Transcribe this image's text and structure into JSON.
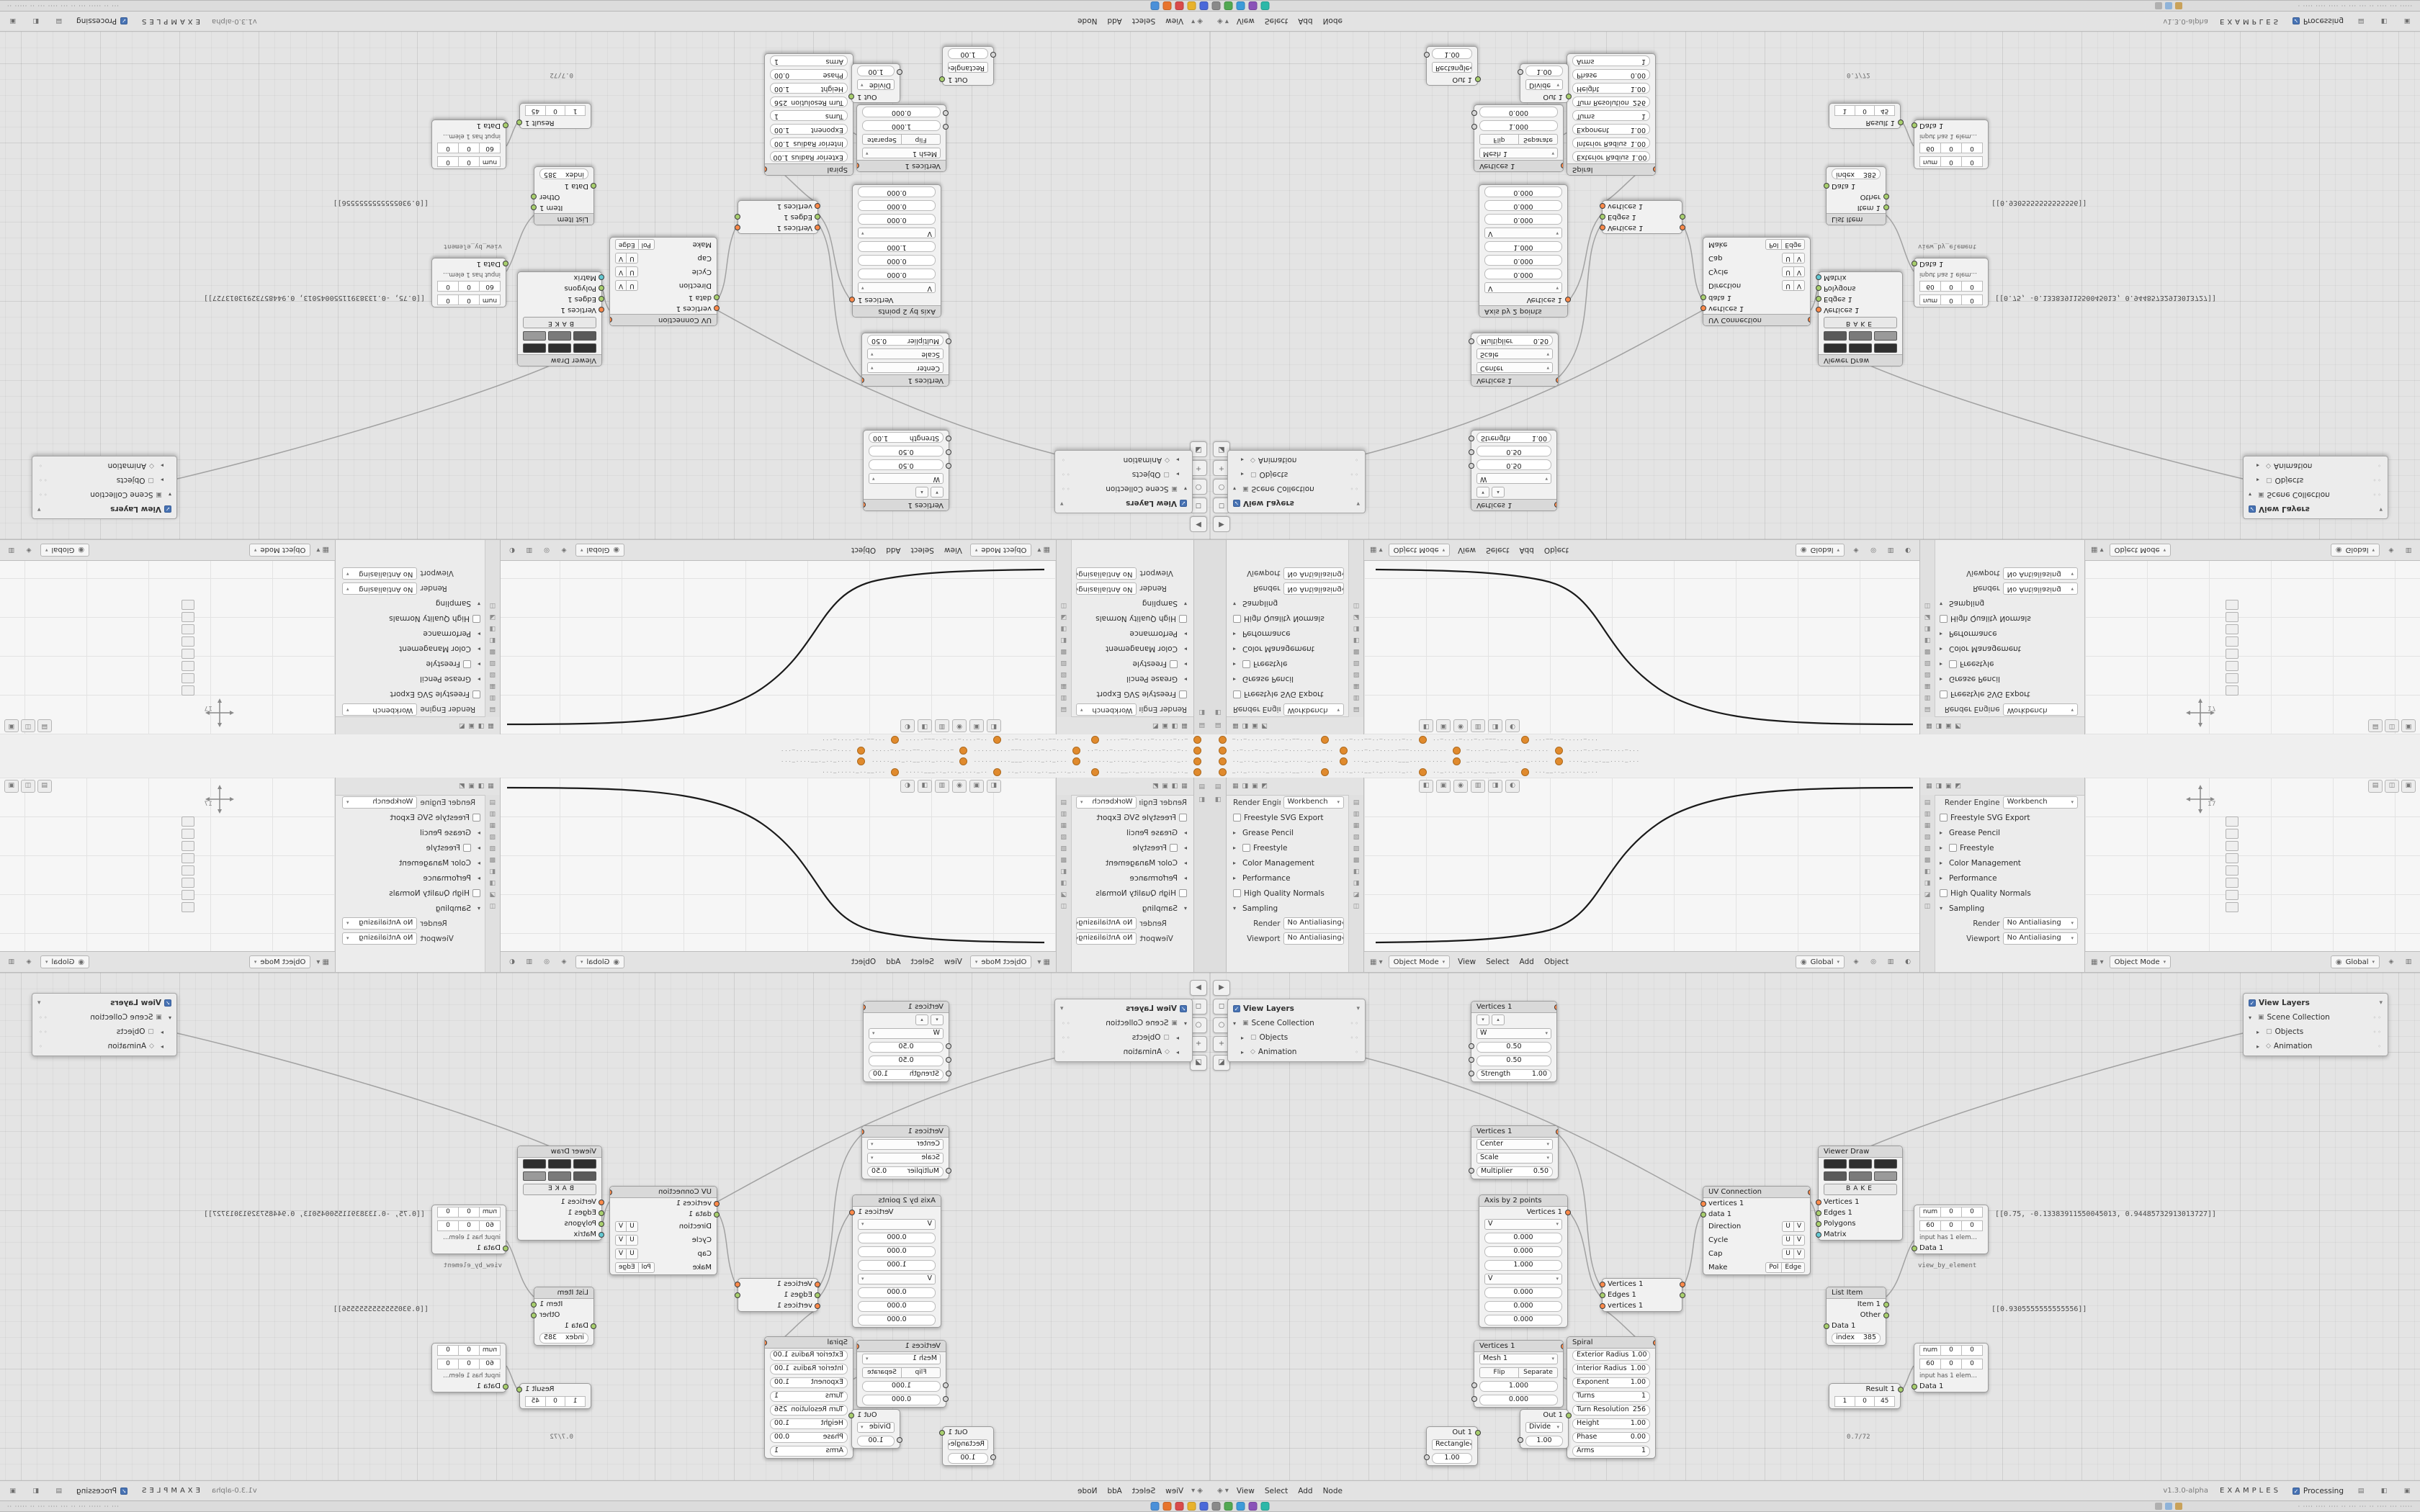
{
  "colors": {
    "accent": "#4772b3",
    "socket_vertices": "#ff8a4a",
    "socket_data": "#a8cf6e",
    "socket_matrix": "#63c8d2",
    "warning": "#e08a2d",
    "curve": "#1a1a1a"
  },
  "taskbar": {
    "left_text": "·· ····· ·· ··· ···· ··· ·· ··· ····· ·· ···",
    "right_text": "· ···· ···· ···· ·· ··· ··· ·· ···· ··· ·····",
    "icon_colors": [
      "#4a90d9",
      "#e8742c",
      "#d94a4a",
      "#e8b22c",
      "#4a68d9",
      "#8a8a8a",
      "#52a852",
      "#3d9bd9",
      "#8a52b8",
      "#2cb8a8"
    ],
    "tray_colors": [
      "#b0b0b0",
      "#8fb3d9",
      "#c9a25a"
    ]
  },
  "window": {
    "info": {
      "l1": [
        "··–···–····–··–·····–···–··",
        "···–··–·····–––··········",
        "–····–···––··–··–·····",
        "····–··–·––····–···"
      ],
      "l2": [
        "–··–·····–···–··––····",
        "····–···––··–·····–··",
        "··–····–···–··–––·····",
        "···––··–·····–···"
      ]
    },
    "viewport": {
      "mode": "Object Mode",
      "menus": [
        "View",
        "Select",
        "Add",
        "Object"
      ],
      "orientation": "Global",
      "count_label": "17"
    },
    "properties": {
      "engine_label": "Render Engine",
      "engine_value": "Workbench",
      "freestyle_svg": "Freestyle SVG Export",
      "grease_pencil": "Grease Pencil",
      "freestyle": "Freestyle",
      "color_management": "Color Management",
      "performance": "Performance",
      "hq_normals": "High Quality Normals",
      "sampling": "Sampling",
      "render_label": "Render",
      "render_value": "No Antialiasing",
      "viewport_label": "Viewport",
      "viewport_value": "No Antialiasing"
    },
    "outliner": {
      "title": "View Layers",
      "items": [
        "Scene Collection",
        "Objects",
        "Animation"
      ]
    },
    "nodes": {
      "n1": {
        "title": "Vertices 1",
        "dd": "W",
        "f1": "0.50",
        "f2": "0.50",
        "f3_label": "Strength",
        "f3": "1.00"
      },
      "n2": {
        "title": "Vertices 1",
        "r1": "Center",
        "r2": "Scale",
        "r3_label": "Multiplier",
        "r3": "0.50"
      },
      "n3": {
        "title": "Axis by 2 points",
        "out": "Vertices 1",
        "v": "V",
        "a": [
          "0.000",
          "0.000",
          "1.000"
        ],
        "b": [
          "0.000",
          "0.000",
          "0.000"
        ]
      },
      "n4": {
        "r1": "Vertices 1",
        "r2": "Edges 1",
        "r3": "vertices 1"
      },
      "n5": {
        "title": "UV Connection",
        "in1": "vertices 1",
        "in2": "data 1",
        "rows": [
          {
            "label": "Direction",
            "a": "U",
            "b": "V"
          },
          {
            "label": "Cycle",
            "a": "U",
            "b": "V"
          },
          {
            "label": "Cap",
            "a": "U",
            "b": "V"
          },
          {
            "label": "Make",
            "a": "Pol",
            "b": "Edge"
          }
        ]
      },
      "n6": {
        "title": "Viewer Draw",
        "bake": "BAKE",
        "in1": "Vertices 1",
        "in2": "Edges 1",
        "in3": "Polygons",
        "in4": "Matrix"
      },
      "n7": {
        "title": "List Item",
        "r1": "Item 1",
        "r2": "Other",
        "r3": "Data 1",
        "idx_label": "index",
        "idx": "385"
      },
      "n8": {
        "title": "Spiral",
        "rows": [
          [
            "Exterior Radius",
            "1.00"
          ],
          [
            "Interior Radius",
            "1.00"
          ],
          [
            "Exponent",
            "1.00"
          ],
          [
            "Turns",
            "1"
          ],
          [
            "Turn Resolution",
            "256"
          ],
          [
            "Height",
            "1.00"
          ],
          [
            "Phase",
            "0.00"
          ],
          [
            "Arms",
            "1"
          ]
        ]
      },
      "n9": {
        "title": "Vertices 1",
        "r1": "Mesh 1",
        "seg_a": "Flip",
        "seg_b": "Separate",
        "f1": "1.000",
        "f2": "0.000"
      },
      "n10": {
        "out": "Out 1",
        "op": "Rectangle",
        "val": "1.00"
      },
      "n11": {
        "out": "Out 1",
        "op": "Divide",
        "val": "1.00"
      },
      "n12": {
        "chips1": [
          "num",
          "0",
          "0"
        ],
        "chips2": [
          "60",
          "0",
          "0"
        ],
        "note": "input has 1 elem…",
        "inp": "Data 1"
      },
      "n14": {
        "out": "Result 1",
        "chips": [
          "1",
          "0",
          "45"
        ]
      }
    },
    "floats": {
      "f1": "[[0.75, -0.13383911550045013, 0.94485732913013727]]",
      "f2": "[[0.9305555555555556]]",
      "f3": "view_by_element",
      "f4": "0.7/72"
    },
    "statusbar": {
      "menus": [
        "View",
        "Select",
        "Add",
        "Node"
      ],
      "version": "v1.3.0-alpha",
      "file": "EXAMPLES",
      "processing": "Processing"
    }
  }
}
